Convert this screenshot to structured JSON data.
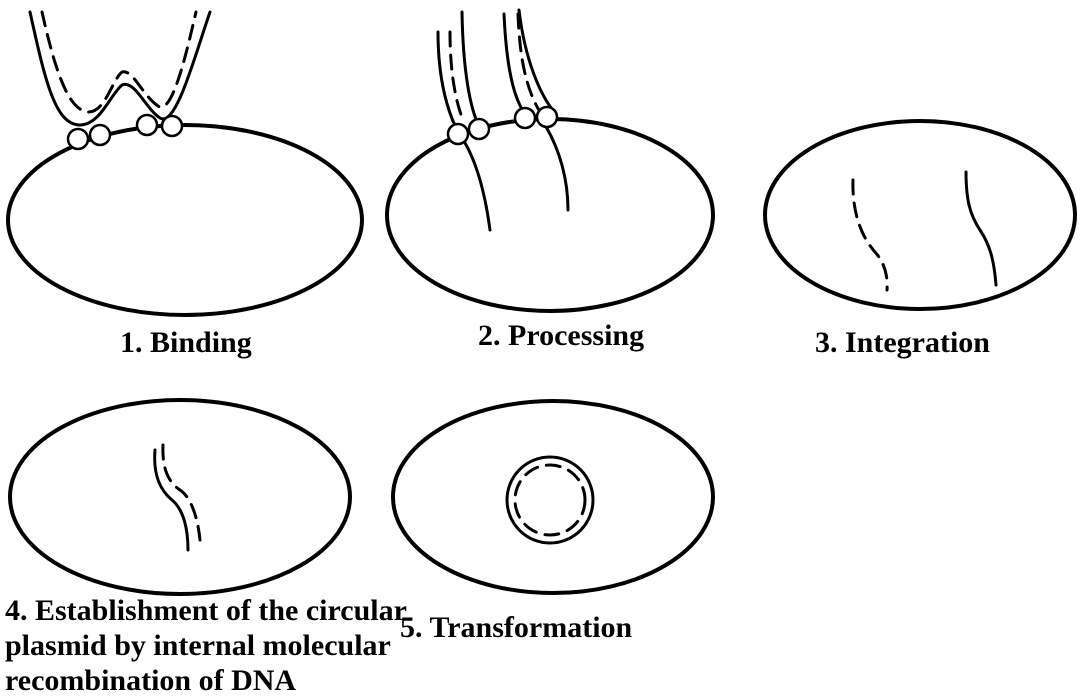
{
  "steps": [
    {
      "label": "1. Binding"
    },
    {
      "label": "2. Processing"
    },
    {
      "label": "3. Integration"
    },
    {
      "label": "4. Establishment of the circular\nplasmid by internal molecular\nrecombination of DNA"
    },
    {
      "label": "5. Transformation"
    }
  ]
}
